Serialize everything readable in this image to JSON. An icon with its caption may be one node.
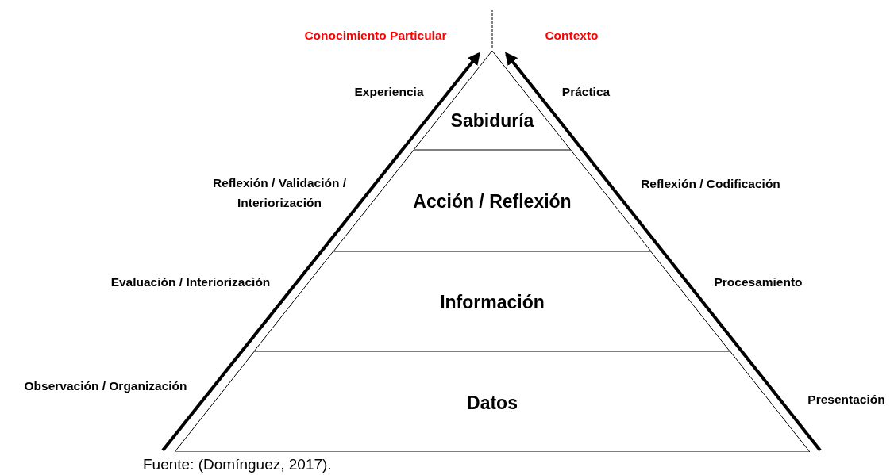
{
  "diagram": {
    "caption": "Fuente: (Domínguez, 2017).",
    "nodes": [
      {
        "text": [
          "Sabiduría"
        ]
      },
      {
        "text": [
          "Acción / Reflexión"
        ]
      },
      {
        "text": [
          "Información"
        ]
      },
      {
        "text": [
          "Datos"
        ]
      }
    ],
    "edges": [],
    "labels": [
      "Conocimiento Particular",
      "Contexto",
      "Experiencia",
      "Práctica",
      "Reflexión / Validación / Interiorización",
      "Reflexión / Codificación",
      "Evaluación / Interiorización",
      "Procesamiento",
      "Observación / Organización",
      "Presentación"
    ]
  }
}
